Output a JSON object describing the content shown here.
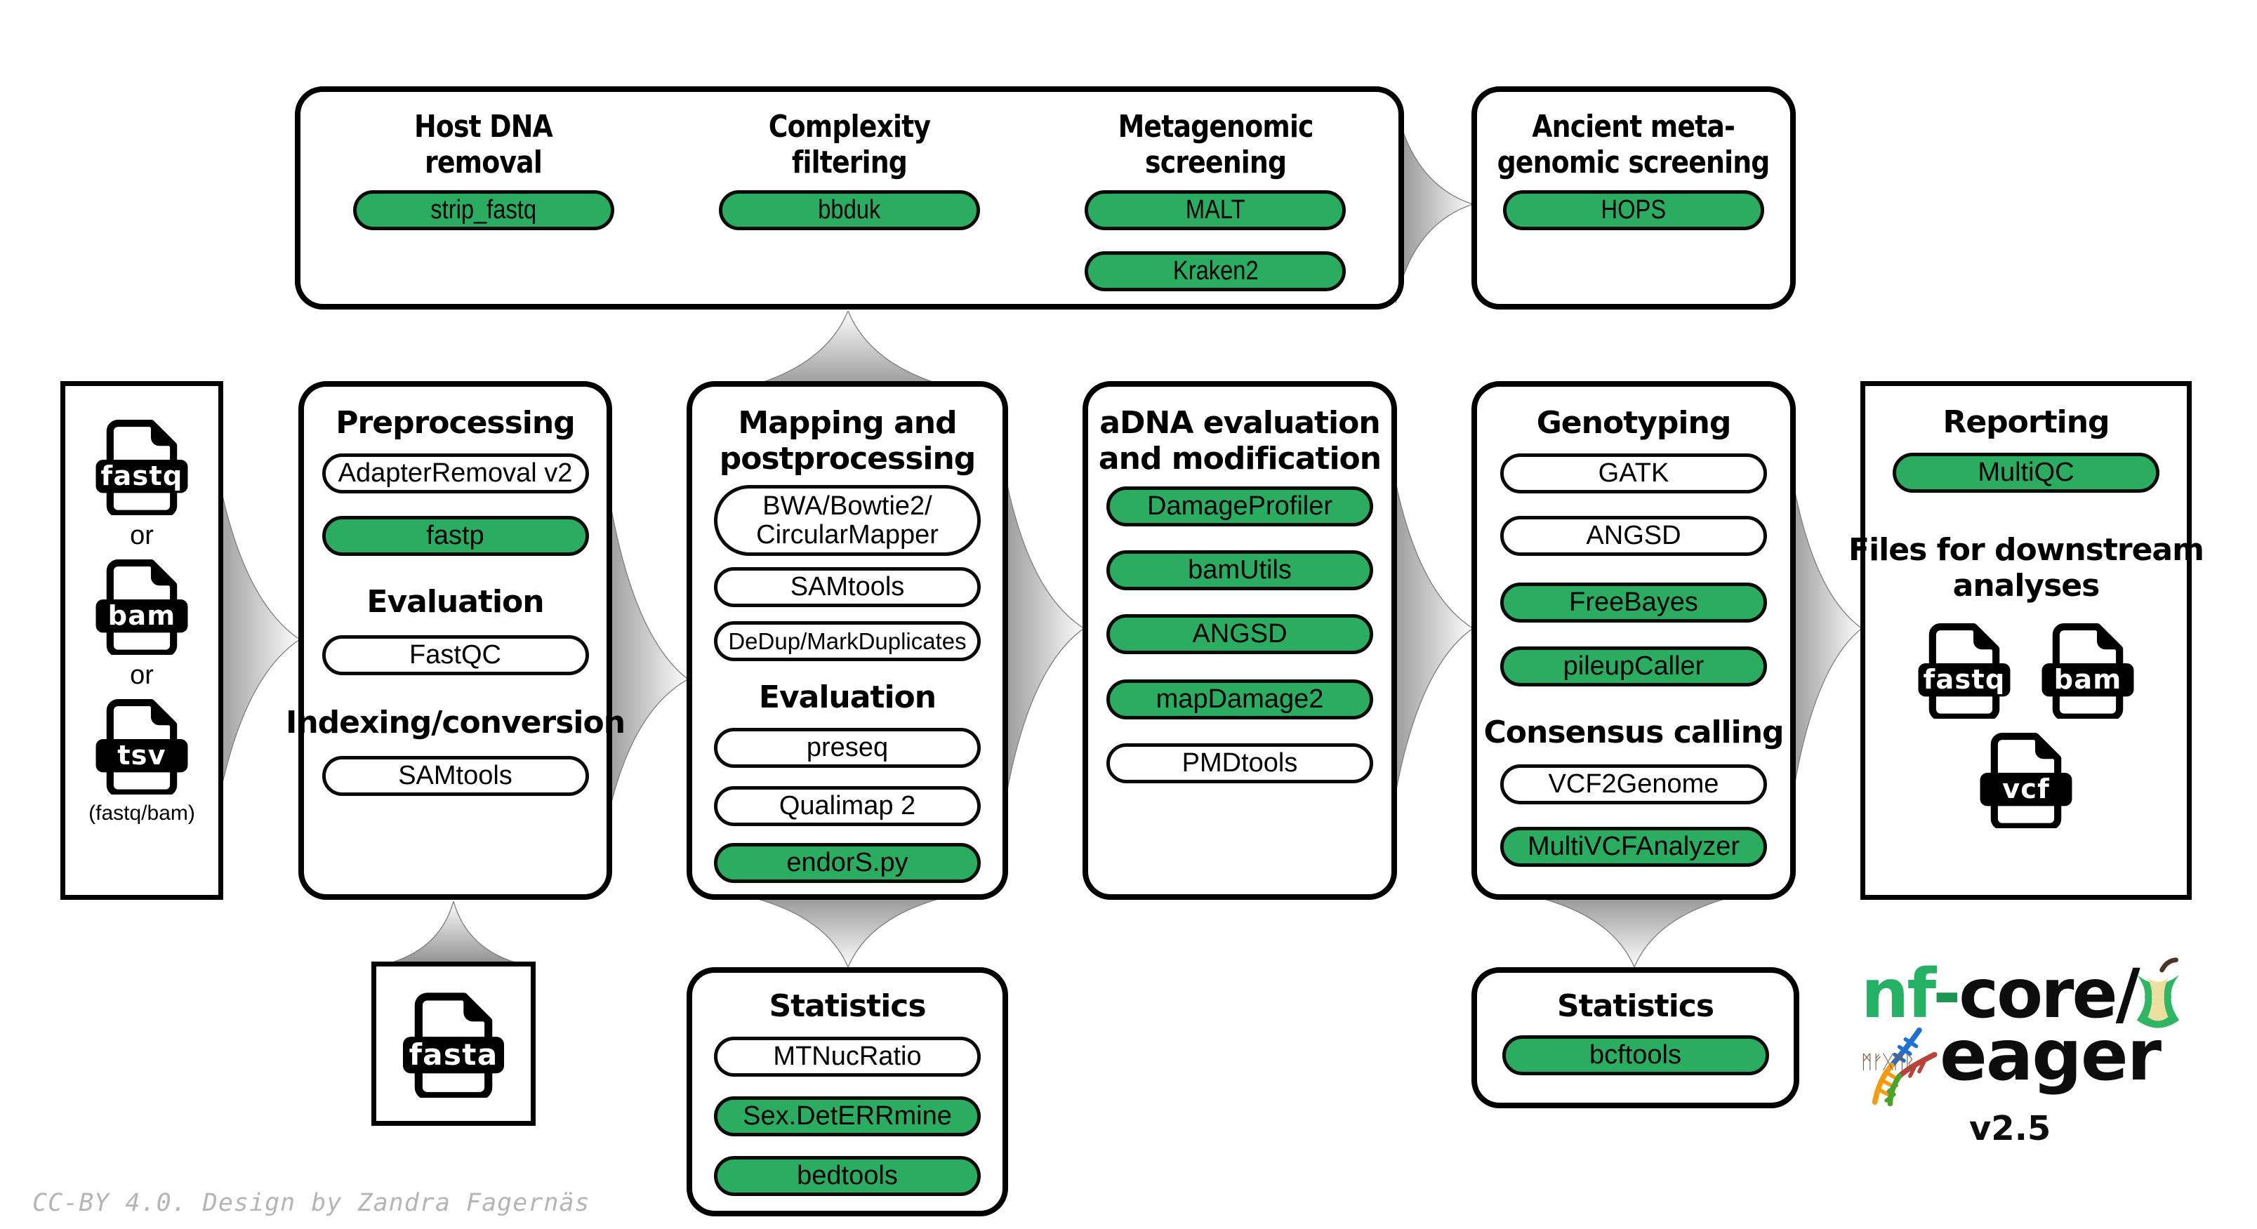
{
  "colors": {
    "tool_green": "#2aad61",
    "brand_green": "#24b164",
    "arrow_gray": "#8f8f8f"
  },
  "screening_box": {
    "sections": [
      {
        "title_lines": [
          "Host DNA",
          "removal"
        ],
        "pills": [
          {
            "label": "strip_fastq",
            "green": true
          }
        ]
      },
      {
        "title_lines": [
          "Complexity",
          "filtering"
        ],
        "pills": [
          {
            "label": "bbduk",
            "green": true
          }
        ]
      },
      {
        "title_lines": [
          "Metagenomic",
          "screening"
        ],
        "pills": [
          {
            "label": "MALT",
            "green": true
          },
          {
            "label": "Kraken2",
            "green": true
          }
        ]
      }
    ]
  },
  "ancient_box": {
    "title_lines": [
      "Ancient meta-",
      "genomic screening"
    ],
    "pills": [
      {
        "label": "HOPS",
        "green": true
      }
    ]
  },
  "input_box": {
    "files": [
      "fastq",
      "bam",
      "tsv"
    ],
    "or_label": "or",
    "note": "(fastq/bam)"
  },
  "preprocessing_box": {
    "title": "Preprocessing",
    "tools_main": [
      {
        "label": "AdapterRemoval v2",
        "green": false
      },
      {
        "label": "fastp",
        "green": true
      }
    ],
    "evaluation_header": "Evaluation",
    "tools_evaluation": [
      {
        "label": "FastQC",
        "green": false
      }
    ],
    "indexing_header": "Indexing/conversion",
    "tools_indexing": [
      {
        "label": "SAMtools",
        "green": false
      }
    ]
  },
  "mapping_box": {
    "title_lines": [
      "Mapping and",
      "postprocessing"
    ],
    "tools_main": [
      {
        "label_lines": [
          "BWA/Bowtie2/",
          "CircularMapper"
        ],
        "green": false
      },
      {
        "label": "SAMtools",
        "green": false
      },
      {
        "label": "DeDup/MarkDuplicates",
        "green": false
      }
    ],
    "evaluation_header": "Evaluation",
    "tools_evaluation": [
      {
        "label": "preseq",
        "green": false
      },
      {
        "label": "Qualimap 2",
        "green": false
      },
      {
        "label": "endorS.py",
        "green": true
      }
    ]
  },
  "adna_box": {
    "title_lines": [
      "aDNA evaluation",
      "and modification"
    ],
    "tools": [
      {
        "label": "DamageProfiler",
        "green": true
      },
      {
        "label": "bamUtils",
        "green": true
      },
      {
        "label": "ANGSD",
        "green": true
      },
      {
        "label": "mapDamage2",
        "green": true
      },
      {
        "label": "PMDtools",
        "green": false
      }
    ]
  },
  "genotyping_box": {
    "title": "Genotyping",
    "tools_main": [
      {
        "label": "GATK",
        "green": false
      },
      {
        "label": "ANGSD",
        "green": false
      },
      {
        "label": "FreeBayes",
        "green": true
      },
      {
        "label": "pileupCaller",
        "green": true
      }
    ],
    "consensus_header": "Consensus calling",
    "tools_consensus": [
      {
        "label": "VCF2Genome",
        "green": false
      },
      {
        "label": "MultiVCFAnalyzer",
        "green": true
      }
    ]
  },
  "reporting_box": {
    "title": "Reporting",
    "tools": [
      {
        "label": "MultiQC",
        "green": true
      }
    ],
    "files_header_lines": [
      "Files for downstream",
      "analyses"
    ],
    "files": [
      "fastq",
      "bam",
      "vcf"
    ]
  },
  "fasta_box": {
    "file": "fasta"
  },
  "statistics_box": {
    "title": "Statistics",
    "tools": [
      {
        "label": "MTNucRatio",
        "green": false
      },
      {
        "label": "Sex.DetERRmine",
        "green": true
      },
      {
        "label": "bedtools",
        "green": true
      }
    ]
  },
  "statistics_box2": {
    "title": "Statistics",
    "tools": [
      {
        "label": "bcftools",
        "green": true
      }
    ]
  },
  "logo": {
    "brand_green": "nf",
    "brand_dash": "-",
    "brand_black": "core/",
    "pipeline": "eager",
    "version": "v2.5",
    "runes_left": "ᛗᚠᚷᛗᚱ",
    "rune_right": "ᛚ"
  },
  "credit": {
    "text": "CC-BY 4.0. Design by Zandra Fagernäs"
  }
}
